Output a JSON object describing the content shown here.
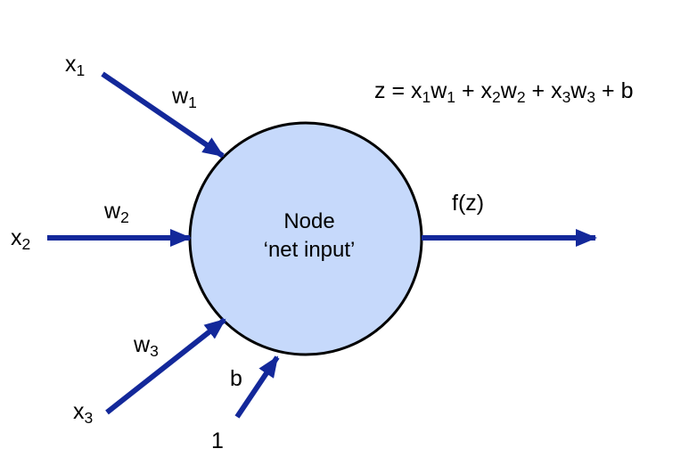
{
  "colors": {
    "arrow": "#13289a",
    "node_fill": "#c6d9fb",
    "node_stroke": "#000000"
  },
  "node": {
    "line1": "Node",
    "line2": "‘net input’"
  },
  "inputs": {
    "x1": {
      "var": "x",
      "sub": "1"
    },
    "x2": {
      "var": "x",
      "sub": "2"
    },
    "x3": {
      "var": "x",
      "sub": "3"
    },
    "one": "1"
  },
  "weights": {
    "w1": {
      "var": "w",
      "sub": "1"
    },
    "w2": {
      "var": "w",
      "sub": "2"
    },
    "w3": {
      "var": "w",
      "sub": "3"
    },
    "b": "b"
  },
  "output": {
    "label": "f(z)"
  },
  "formula": {
    "lhs": "z = ",
    "x": "x",
    "w": "w",
    "s1": "1",
    "s2": "2",
    "s3": "3",
    "plus": " + ",
    "b": "b"
  }
}
